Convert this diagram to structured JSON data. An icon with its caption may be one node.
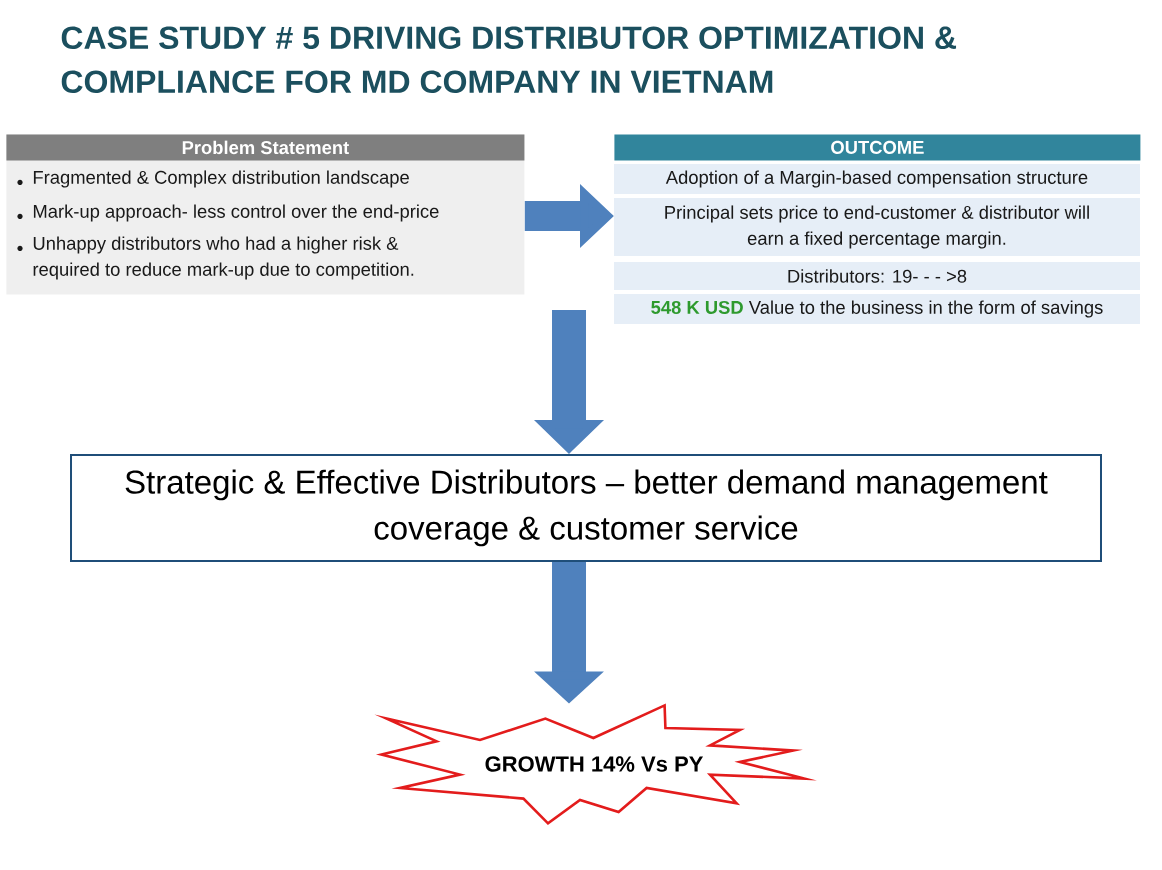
{
  "diagram": {
    "title": "CASE STUDY # 5 DRIVING DISTRIBUTOR OPTIMIZATION & COMPLIANCE FOR MD COMPANY IN VIETNAM",
    "nodes": [
      {
        "text": [
          "Problem Statement",
          "Fragmented & Complex distribution landscape",
          "Mark-up approach- less control over the end-price",
          "Unhappy distributors who had a higher risk & required to reduce mark-up due to competition."
        ]
      },
      {
        "text": [
          "OUTCOME",
          "Adoption of a Margin-based compensation structure",
          "Principal sets price to end-customer & distributor will earn a fixed percentage margin.",
          "Distributors: 19- - - >8",
          "548 K USD",
          "Value to the business in the form of savings"
        ]
      },
      {
        "text": [
          "Strategic & Effective Distributors – better demand management coverage & customer service"
        ]
      },
      {
        "text": [
          "GROWTH 14% Vs PY"
        ]
      }
    ],
    "edges": [
      {
        "from": 0,
        "to": 1,
        "arrow": "to"
      },
      {
        "from": null,
        "to": 2,
        "arrow": "to"
      },
      {
        "from": 2,
        "to": 3,
        "arrow": "to"
      }
    ]
  }
}
